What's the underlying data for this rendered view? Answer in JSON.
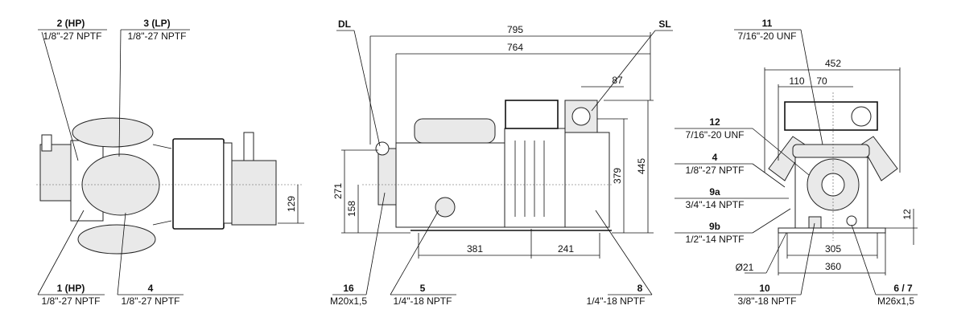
{
  "top_view": {
    "callouts": [
      {
        "id": "2 (HP)",
        "spec": "1/8\"-27 NPTF"
      },
      {
        "id": "3 (LP)",
        "spec": "1/8\"-27 NPTF"
      },
      {
        "id": "1 (HP)",
        "spec": "1/8\"-27 NPTF"
      },
      {
        "id": "4",
        "spec": "1/8\"-27 NPTF"
      }
    ],
    "dims": [
      "129"
    ]
  },
  "side_view": {
    "connections": [
      "DL",
      "SL"
    ],
    "dims": [
      "795",
      "764",
      "87",
      "445",
      "379",
      "271",
      "158",
      "381",
      "241"
    ],
    "callouts": [
      {
        "id": "16",
        "spec": "M20x1,5"
      },
      {
        "id": "5",
        "spec": "1/4\"-18 NPTF"
      },
      {
        "id": "8",
        "spec": "1/4\"-18 NPTF"
      }
    ]
  },
  "end_view": {
    "callouts": [
      {
        "id": "11",
        "spec": "7/16\"-20 UNF"
      },
      {
        "id": "12",
        "spec": "7/16\"-20 UNF"
      },
      {
        "id": "4",
        "spec": "1/8\"-27 NPTF"
      },
      {
        "id": "9a",
        "spec": "3/4\"-14 NPTF"
      },
      {
        "id": "9b",
        "spec": "1/2\"-14 NPTF"
      },
      {
        "id": "10",
        "spec": "3/8\"-18 NPTF"
      },
      {
        "id": "6 / 7",
        "spec": "M26x1,5"
      }
    ],
    "dims": [
      "452",
      "110",
      "70",
      "12",
      "305",
      "360",
      "Ø21"
    ]
  }
}
